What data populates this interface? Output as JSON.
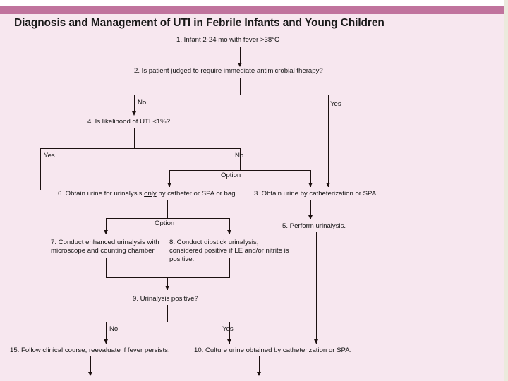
{
  "slide": {
    "title": "Diagnosis and Management of UTI in Febrile Infants and Young Children",
    "accent_bar_color": "#c0739d",
    "background_color": "#f7e7ef",
    "right_edge_color": "#ebeadd",
    "line_color": "#1c1010"
  },
  "nodes": {
    "n1": "1. Infant 2-24 mo with fever >38°C",
    "n2": "2. Is patient judged to require immediate antimicrobial therapy?",
    "n4": "4. Is likelihood of UTI <1%?",
    "n6_pre": "6. Obtain urine for urinalysis ",
    "n6_underline": "only",
    "n6_post": " by catheter or SPA or bag.",
    "n3": "3. Obtain urine by catheterization or SPA.",
    "n7": "7. Conduct enhanced urinalysis with microscope and counting chamber.",
    "n8": "8. Conduct dipstick urinalysis; considered positive if LE and/or nitrite is positive.",
    "n5": "5. Perform urinalysis.",
    "n9": "9. Urinalysis positive?",
    "n15": "15. Follow clinical course, reevaluate if fever persists.",
    "n10_pre": "10. Culture urine ",
    "n10_underline": "obtained by catheterization or SPA."
  },
  "branch_labels": {
    "b2_no": "No",
    "b2_yes": "Yes",
    "b4_yes": "Yes",
    "b4_no": "No",
    "b6_option": "Option",
    "b78_option": "Option",
    "b9_no": "No",
    "b9_yes": "Yes"
  }
}
